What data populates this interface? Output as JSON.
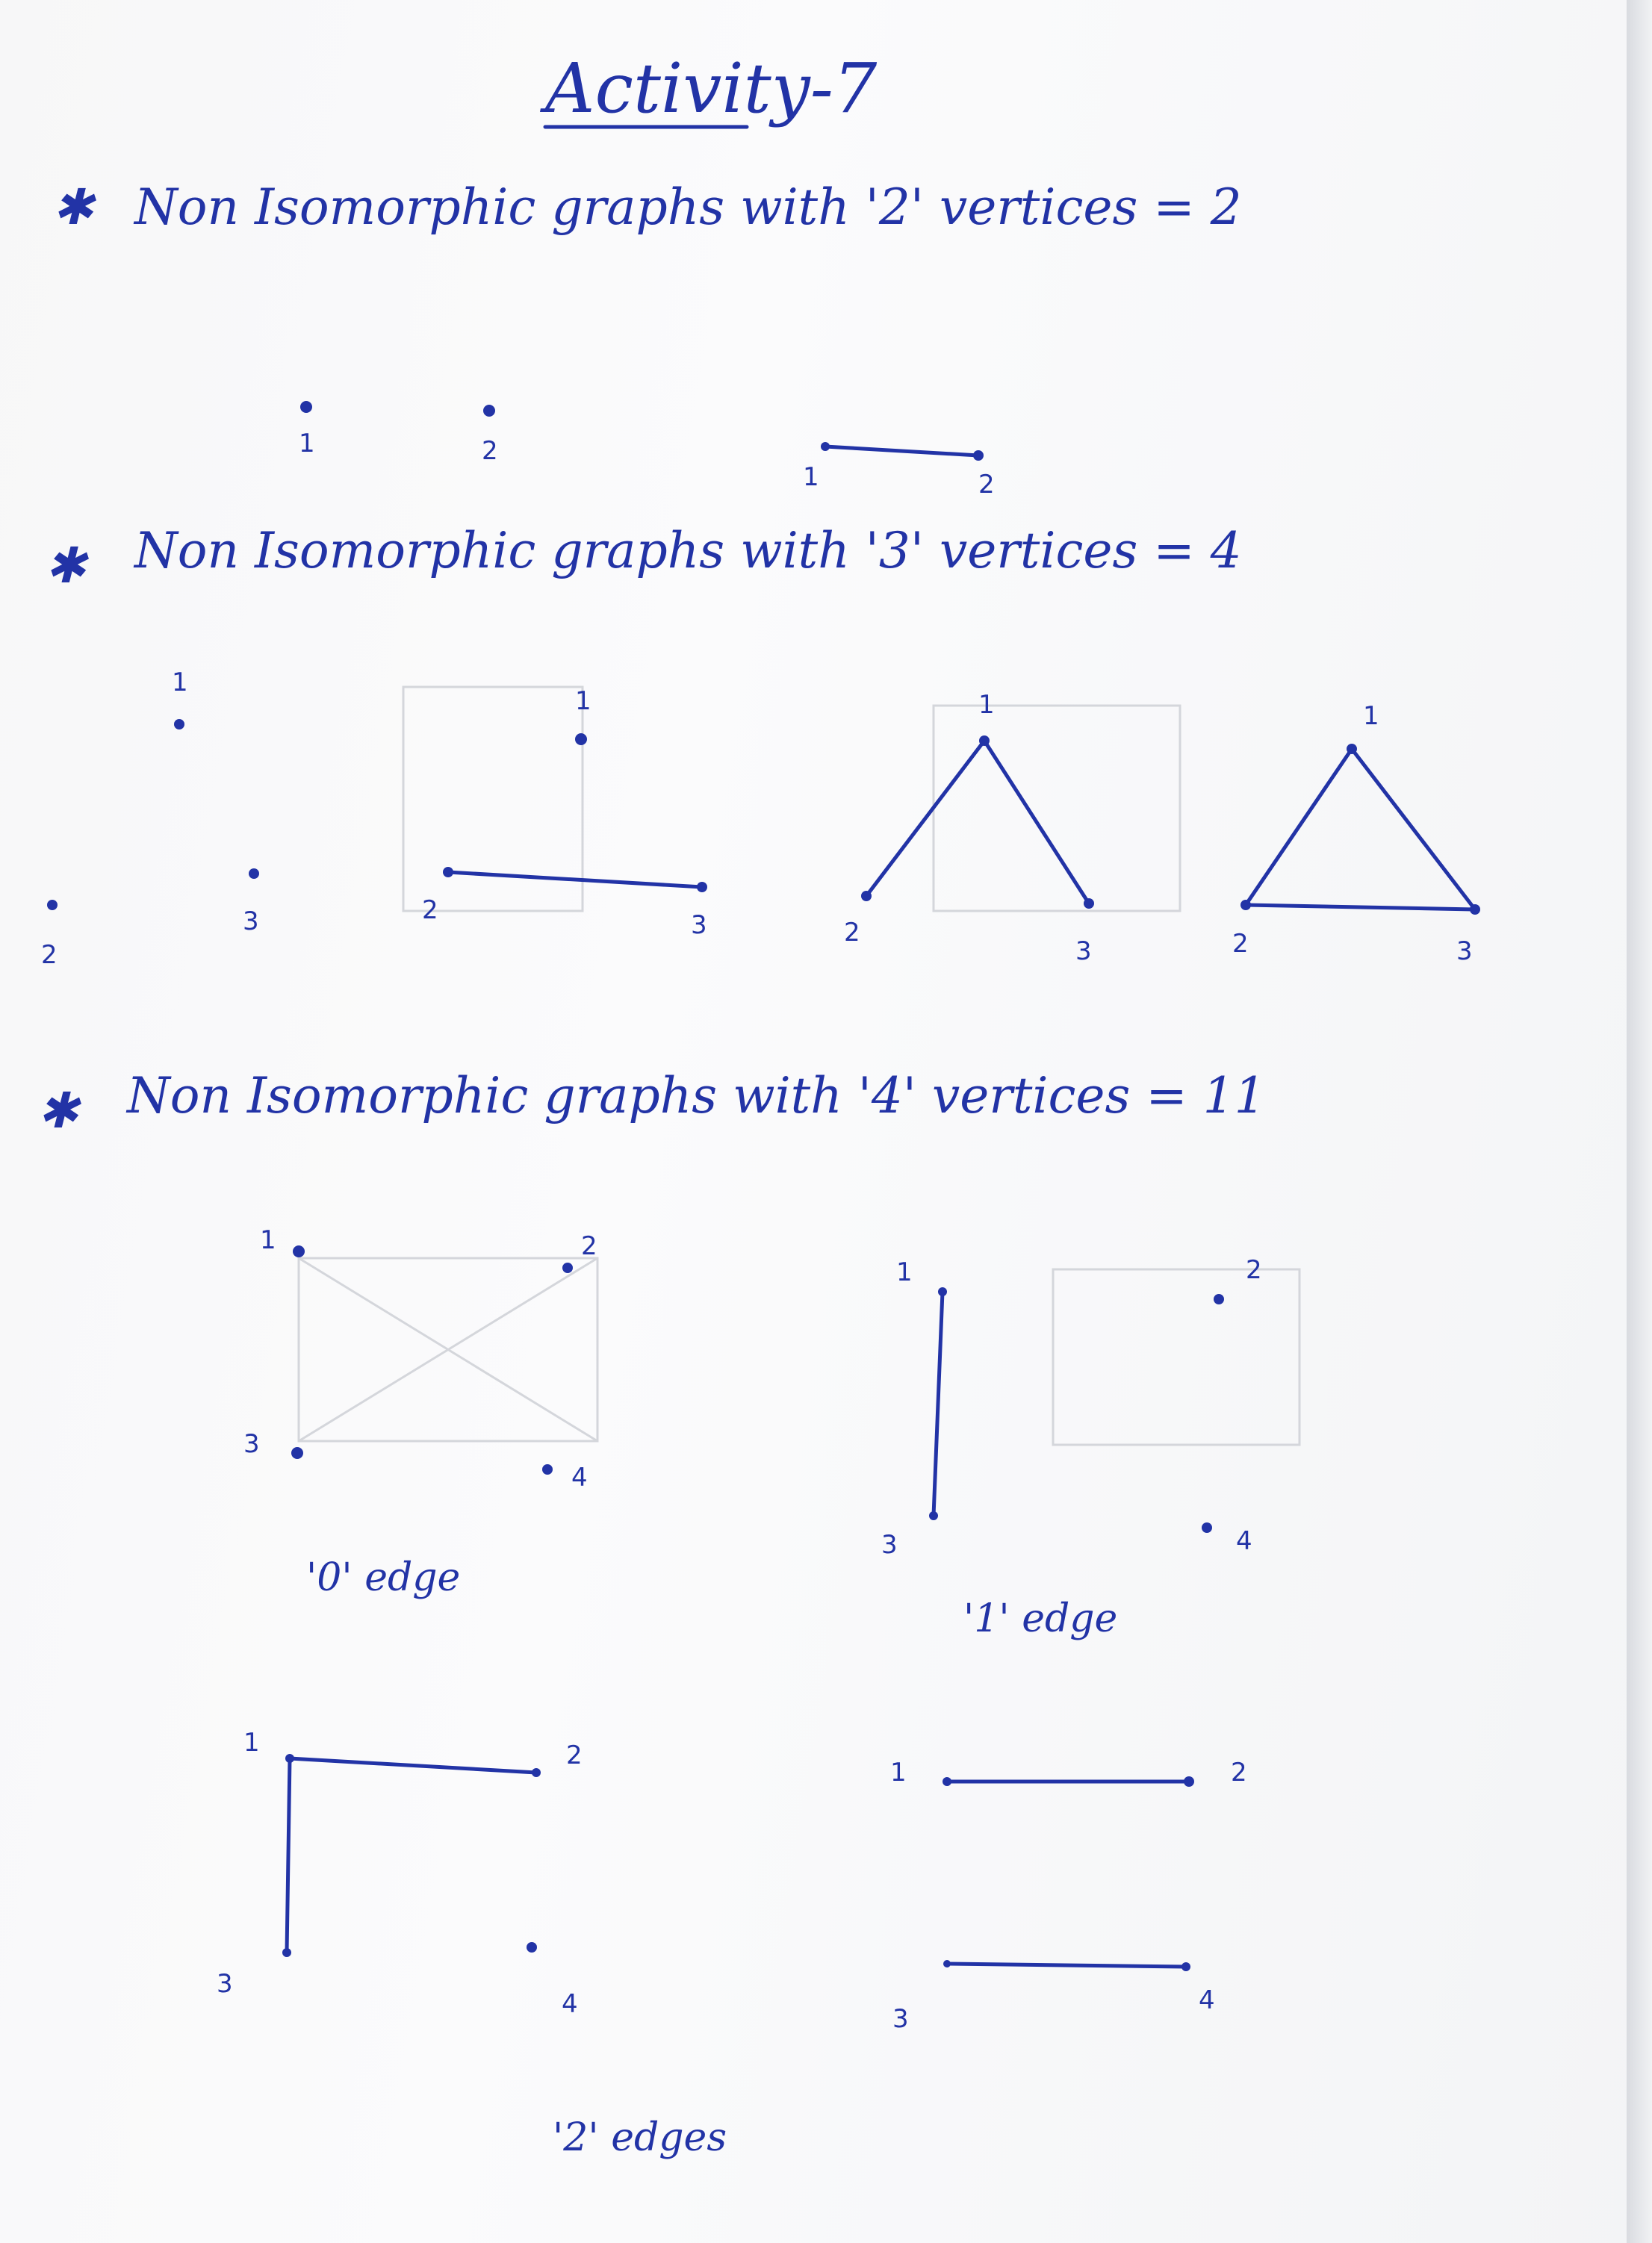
{
  "title": "Activity-7",
  "sections": [
    {
      "heading": "Non Isomorphic graphs with '2' vertices = 2",
      "graphs": [
        {
          "vertices": [
            "1",
            "2"
          ],
          "edges": []
        },
        {
          "vertices": [
            "1",
            "2"
          ],
          "edges": [
            [
              "1",
              "2"
            ]
          ]
        }
      ]
    },
    {
      "heading": "Non Isomorphic graphs with '3' vertices = 4",
      "graphs": [
        {
          "vertices": [
            "1",
            "2",
            "3"
          ],
          "edges": []
        },
        {
          "vertices": [
            "1",
            "2",
            "3"
          ],
          "edges": [
            [
              "2",
              "3"
            ]
          ]
        },
        {
          "vertices": [
            "1",
            "2",
            "3"
          ],
          "edges": [
            [
              "1",
              "2"
            ],
            [
              "1",
              "3"
            ]
          ]
        },
        {
          "vertices": [
            "1",
            "2",
            "3"
          ],
          "edges": [
            [
              "1",
              "2"
            ],
            [
              "1",
              "3"
            ],
            [
              "2",
              "3"
            ]
          ]
        }
      ]
    },
    {
      "heading": "Non Isomorphic graphs with '4' vertices = 11",
      "graphs": [
        {
          "vertices": [
            "1",
            "2",
            "3",
            "4"
          ],
          "edges": [],
          "caption": "'0' edge"
        },
        {
          "vertices": [
            "1",
            "2",
            "3",
            "4"
          ],
          "edges": [
            [
              "1",
              "3"
            ]
          ],
          "caption": "'1' edge"
        },
        {
          "vertices": [
            "1",
            "2",
            "3",
            "4"
          ],
          "edges": [
            [
              "1",
              "2"
            ],
            [
              "1",
              "3"
            ]
          ]
        },
        {
          "vertices": [
            "1",
            "2",
            "3",
            "4"
          ],
          "edges": [
            [
              "1",
              "2"
            ],
            [
              "3",
              "4"
            ]
          ]
        }
      ],
      "caption": "'2' edges"
    }
  ],
  "colors": {
    "ink": "#2233a6",
    "paper": "#f7f7f8",
    "pencil": "#d4d6db"
  }
}
